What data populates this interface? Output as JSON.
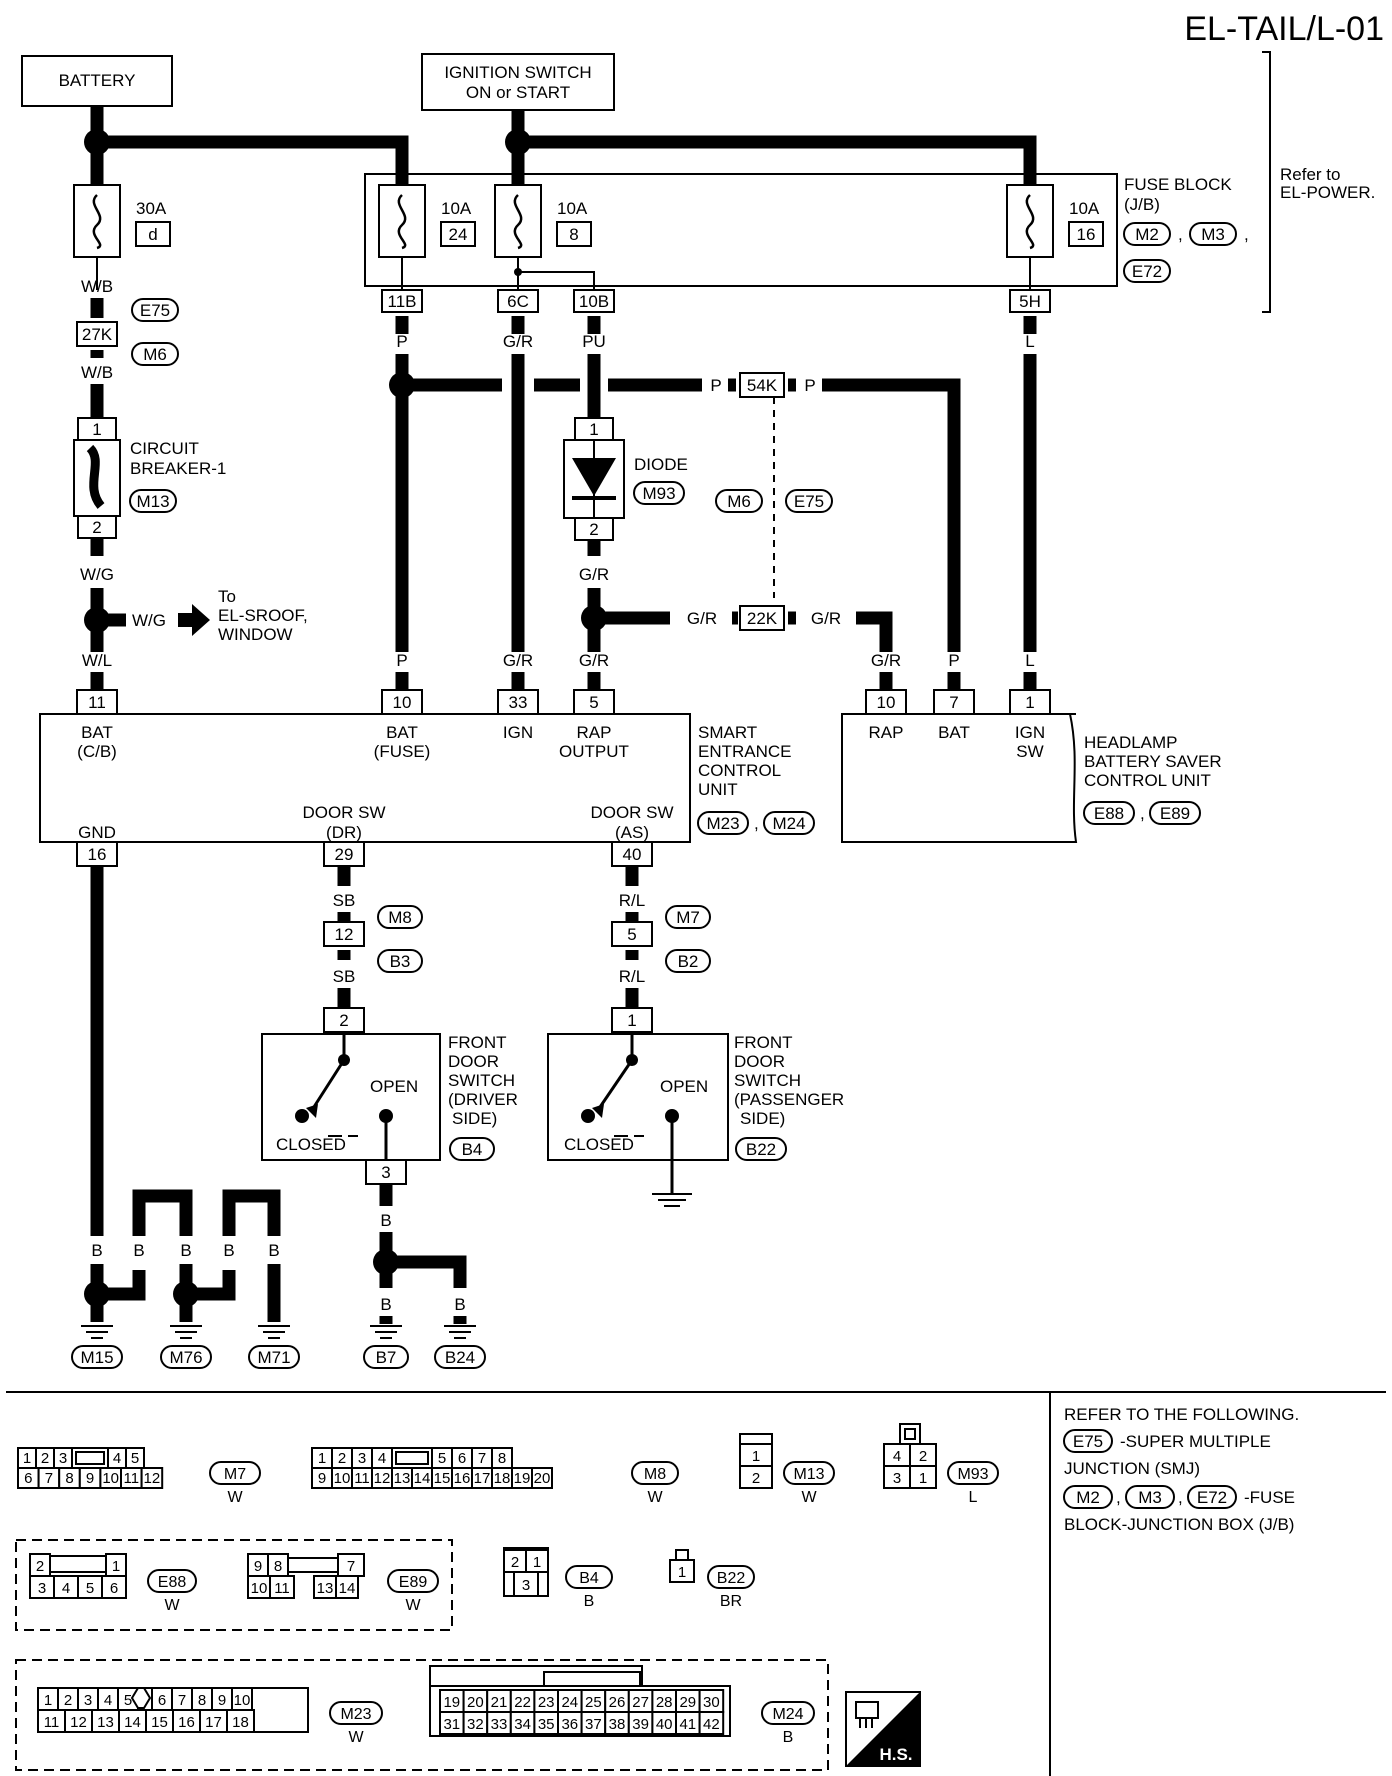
{
  "title": "EL-TAIL/L-01",
  "refer_power": [
    "Refer to",
    "EL-POWER."
  ],
  "sources": {
    "battery": "BATTERY",
    "ignition": [
      "IGNITION SWITCH",
      "ON or START"
    ]
  },
  "fuses": [
    {
      "amp": "30A",
      "id": "d"
    },
    {
      "amp": "10A",
      "id": "24"
    },
    {
      "amp": "10A",
      "id": "8"
    },
    {
      "amp": "10A",
      "id": "16"
    }
  ],
  "fuse_block": {
    "lines": [
      "FUSE BLOCK",
      "(J/B)"
    ],
    "connectors": [
      "M2",
      "M3",
      "E72"
    ],
    "sep1": ",",
    "sep2": ","
  },
  "jb_pins": [
    "11B",
    "6C",
    "10B",
    "5H"
  ],
  "wire_colors": {
    "wb1": "W/B",
    "wb2": "W/B",
    "wg1": "W/G",
    "wg_branch": "W/G",
    "wl": "W/L",
    "p_top": "P",
    "gr_top": "G/R",
    "pu": "PU",
    "l_top": "L",
    "p_right1": "P",
    "p_right2": "P",
    "gr_diode": "G/R",
    "gr_j1": "G/R",
    "gr_j2": "G/R",
    "p_bot": "P",
    "gr_bot1": "G/R",
    "gr_bot2": "G/R",
    "gr_hl": "G/R",
    "p_hl": "P",
    "l_hl": "L",
    "b_gnd": "B",
    "sb1": "SB",
    "sb2": "SB",
    "rl1": "R/L",
    "rl2": "R/L",
    "b1": "B",
    "b2": "B",
    "b3": "B",
    "b4": "B",
    "b5": "B",
    "b6": "B",
    "b7": "B",
    "b8": "B"
  },
  "joint_connectors": {
    "e75": "E75",
    "m6": "M6",
    "c27k": "27K",
    "c54k": "54K",
    "c22k": "22K",
    "m6b": "M6",
    "e75b": "E75"
  },
  "circuit_breaker": {
    "lines": [
      "CIRCUIT",
      "BREAKER-1"
    ],
    "connector": "M13",
    "pin1": "1",
    "pin2": "2"
  },
  "diode": {
    "label": "DIODE",
    "connector": "M93",
    "pin1": "1",
    "pin2": "2"
  },
  "branch_to": [
    "To",
    "EL-SROOF,",
    "WINDOW"
  ],
  "smart_unit": {
    "name": [
      "SMART",
      "ENTRANCE",
      "CONTROL",
      "UNIT"
    ],
    "connectors": [
      "M23",
      "M24"
    ],
    "sep": ",",
    "pins": {
      "bat_cb": "11",
      "bat_fuse": "10",
      "ign": "33",
      "rap": "5",
      "gnd": "16",
      "door_dr": "29",
      "door_as": "40"
    },
    "labels": {
      "bat_cb": [
        "BAT",
        "(C/B)"
      ],
      "bat_fuse": [
        "BAT",
        "(FUSE)"
      ],
      "ign": "IGN",
      "rap": [
        "RAP",
        "OUTPUT"
      ],
      "gnd": "GND",
      "door_dr": [
        "DOOR SW",
        "(DR)"
      ],
      "door_as": [
        "DOOR SW",
        "(AS)"
      ]
    }
  },
  "headlamp_unit": {
    "name": [
      "HEADLAMP",
      "BATTERY SAVER",
      "CONTROL UNIT"
    ],
    "connectors": [
      "E88",
      "E89"
    ],
    "sep": ",",
    "pins": {
      "rap": "10",
      "bat": "7",
      "ign": "1"
    },
    "labels": {
      "rap": "RAP",
      "bat": "BAT",
      "ign": [
        "IGN",
        "SW"
      ]
    }
  },
  "door_connectors": {
    "m8": "M8",
    "b3": "B3",
    "p12": "12",
    "m7": "M7",
    "b2": "B2",
    "p5": "5"
  },
  "door_switch_dr": {
    "name": [
      "FRONT",
      "DOOR",
      "SWITCH",
      "(DRIVER",
      "SIDE)"
    ],
    "connector": "B4",
    "open": "OPEN",
    "closed": "CLOSED",
    "pin_top": "2",
    "pin_bot": "3"
  },
  "door_switch_as": {
    "name": [
      "FRONT",
      "DOOR",
      "SWITCH",
      "(PASSENGER",
      "SIDE)"
    ],
    "connector": "B22",
    "open": "OPEN",
    "closed": "CLOSED",
    "pin_top": "1"
  },
  "grounds": [
    "M15",
    "M76",
    "M71",
    "B7",
    "B24"
  ],
  "connector_views": {
    "m7": {
      "id": "M7",
      "color": "W",
      "row1": [
        "1",
        "2",
        "3",
        "",
        "4",
        "5"
      ],
      "row2": [
        "6",
        "7",
        "8",
        "9",
        "10",
        "11",
        "12"
      ]
    },
    "m8": {
      "id": "M8",
      "color": "W",
      "row1": [
        "1",
        "2",
        "3",
        "4",
        "",
        "5",
        "6",
        "7",
        "8"
      ],
      "row2": [
        "9",
        "10",
        "11",
        "12",
        "13",
        "14",
        "15",
        "16",
        "17",
        "18",
        "19",
        "20"
      ]
    },
    "m13": {
      "id": "M13",
      "color": "W",
      "pins": [
        "1",
        "2"
      ]
    },
    "m93": {
      "id": "M93",
      "color": "L",
      "pins": [
        "4",
        "2",
        "3",
        "1"
      ]
    },
    "e88": {
      "id": "E88",
      "color": "W",
      "row1": [
        "2",
        "1"
      ],
      "row2": [
        "3",
        "4",
        "5",
        "6"
      ]
    },
    "e89": {
      "id": "E89",
      "color": "W",
      "row1": [
        "9",
        "8",
        "7"
      ],
      "row2": [
        "10",
        "11",
        "13",
        "14"
      ]
    },
    "b4": {
      "id": "B4",
      "color": "B",
      "pins": [
        "2",
        "1",
        "3"
      ]
    },
    "b22": {
      "id": "B22",
      "color": "BR",
      "pins": [
        "1"
      ]
    },
    "m23": {
      "id": "M23",
      "color": "W",
      "row1": [
        "1",
        "2",
        "3",
        "4",
        "5",
        "",
        "6",
        "7",
        "8",
        "9",
        "10"
      ],
      "row2": [
        "11",
        "12",
        "13",
        "14",
        "15",
        "16",
        "17",
        "18"
      ]
    },
    "m24": {
      "id": "M24",
      "color": "B",
      "row1": [
        "19",
        "20",
        "21",
        "22",
        "23",
        "24",
        "25",
        "26",
        "27",
        "28",
        "29",
        "30"
      ],
      "row2": [
        "31",
        "32",
        "33",
        "34",
        "35",
        "36",
        "37",
        "38",
        "39",
        "40",
        "41",
        "42"
      ]
    }
  },
  "hs": "H.S.",
  "notes": {
    "lines": [
      "REFER TO THE FOLLOWING.",
      "-SUPER MULTIPLE",
      "JUNCTION (SMJ)",
      "-FUSE",
      "BLOCK-JUNCTION BOX (J/B)"
    ],
    "e75": "E75",
    "m2": "M2",
    "m3": "M3",
    "e72": "E72",
    "sep1": ",",
    "sep2": ","
  }
}
